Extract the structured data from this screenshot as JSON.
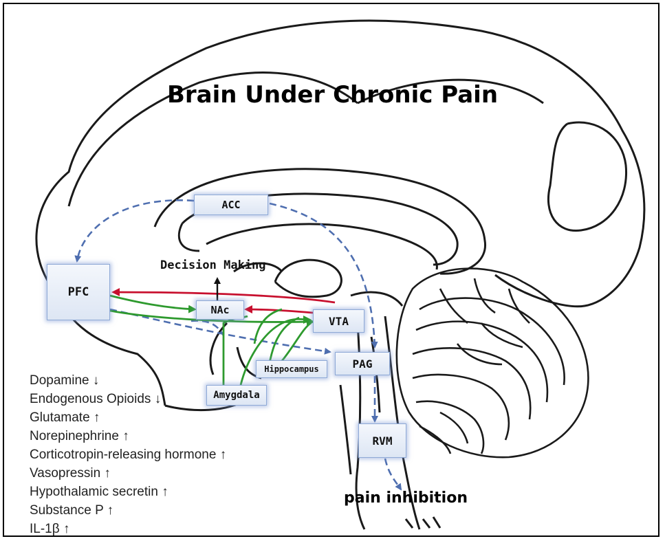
{
  "title": "Brain Under Chronic Pain",
  "regions": {
    "acc": "ACC",
    "pfc": "PFC",
    "nac": "NAc",
    "vta": "VTA",
    "pag": "PAG",
    "rvm": "RVM",
    "hippocampus": "Hippocampus",
    "amygdala": "Amygdala"
  },
  "labels": {
    "decision_making": "Decision Making",
    "pain_inhibition": "pain inhibition"
  },
  "neurochemicals": [
    "Dopamine ↓",
    "Endogenous Opioids ↓",
    "Glutamate ↑",
    "Norepinephrine ↑",
    "Corticotropin-releasing hormone ↑",
    "Vasopressin ↑",
    "Hypothalamic secretin ↑",
    "Substance P ↑",
    "IL-1β ↑"
  ],
  "colors": {
    "outline": "#1a1a1a",
    "dashed_arrow": "#4f6fb0",
    "red_arrow": "#c8102e",
    "green_arrow": "#2e9a2e",
    "node_glow": "#8ea9d6"
  }
}
